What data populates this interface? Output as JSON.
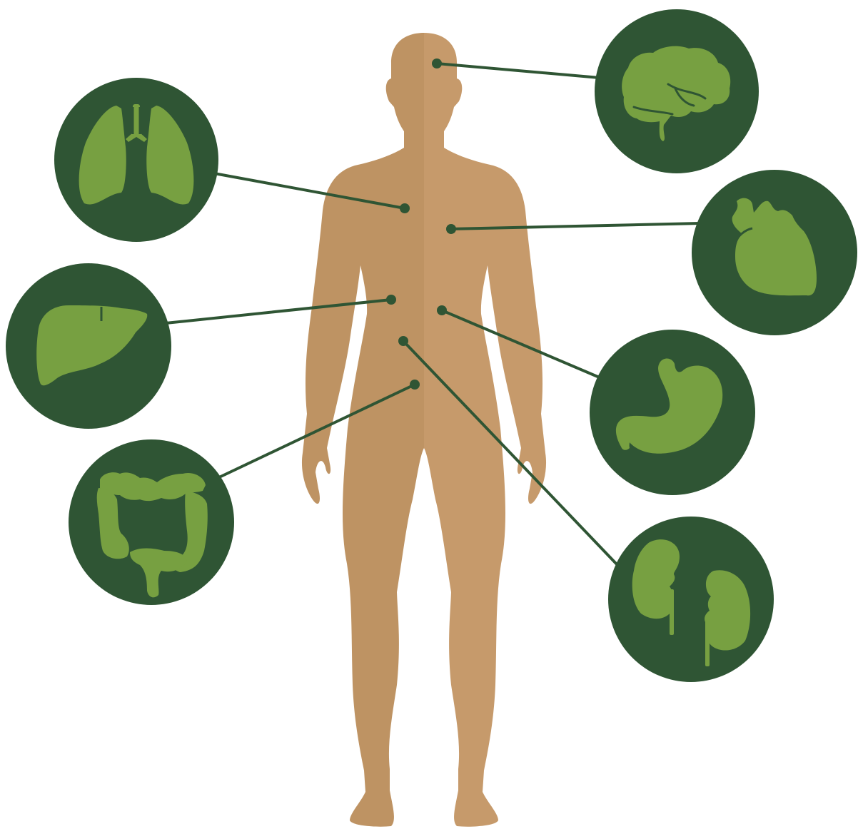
{
  "colors": {
    "background": "#ffffff",
    "body_left": "#BE9363",
    "body_right": "#C69A6B",
    "circle": "#2F5534",
    "organ": "#77A041",
    "connector": "#2F5534"
  },
  "organs": [
    {
      "name": "brain",
      "icon": "brain-icon"
    },
    {
      "name": "lungs",
      "icon": "lungs-icon"
    },
    {
      "name": "heart",
      "icon": "heart-icon"
    },
    {
      "name": "liver",
      "icon": "liver-icon"
    },
    {
      "name": "stomach",
      "icon": "stomach-icon"
    },
    {
      "name": "kidneys",
      "icon": "kidneys-icon"
    },
    {
      "name": "colon",
      "icon": "colon-icon"
    }
  ]
}
